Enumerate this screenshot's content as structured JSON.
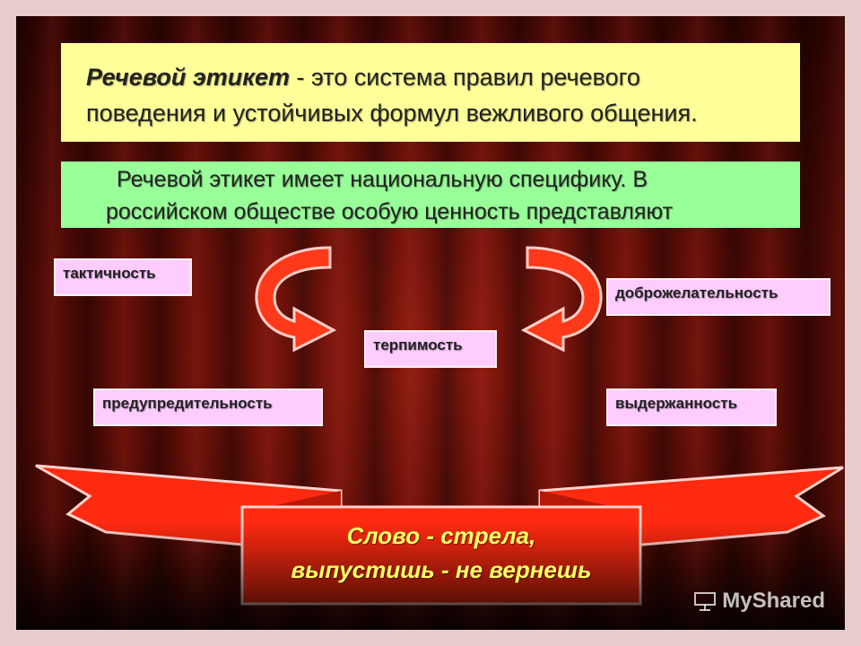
{
  "definition": {
    "term": "Речевой этикет",
    "line1_rest": " - это система правил речевого",
    "line2": "поведения и устойчивых формул вежливого общения."
  },
  "national": {
    "line1": "Речевой этикет имеет национальную специфику. В",
    "line2": "российском обществе особую ценность представляют"
  },
  "values": {
    "tact": "тактичность",
    "goodwill": "доброжелательность",
    "tolerance": "терпимость",
    "courtesy": "предупредительность",
    "restraint": "выдержанность"
  },
  "motto": {
    "line1": "Слово - стрела,",
    "line2": "выпустишь - не вернешь"
  },
  "watermark": "MyShared",
  "colors": {
    "definition_bg": "#ffff99",
    "national_bg": "#99ff99",
    "tag_bg": "#ffccff",
    "banner_red": "#ff2a10",
    "motto_text": "#ffff66"
  }
}
